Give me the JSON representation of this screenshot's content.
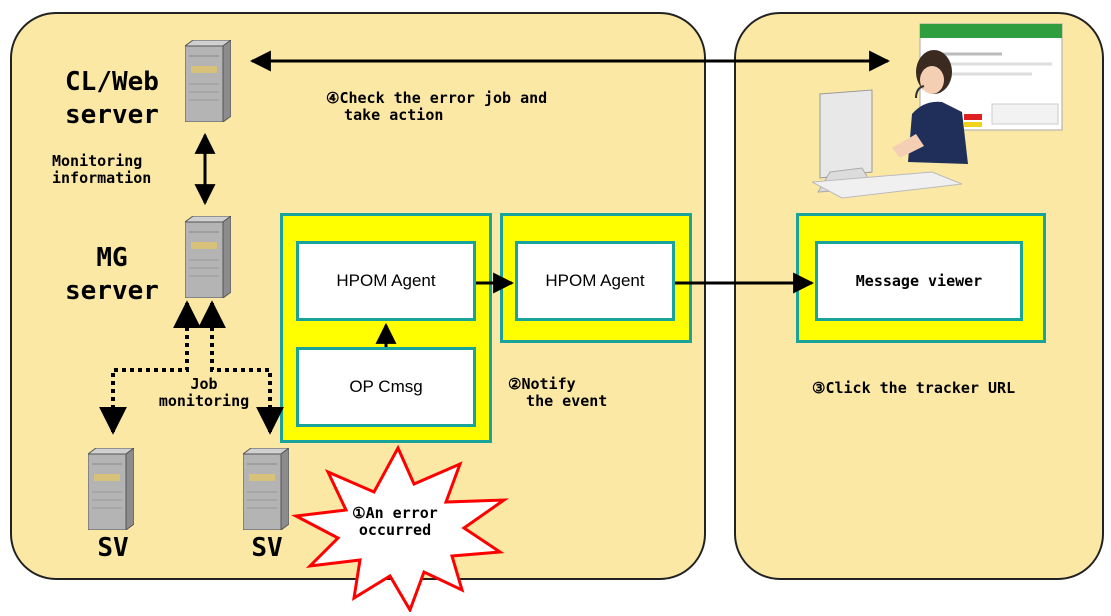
{
  "servers": {
    "cl_web": "CL/Web\nserver",
    "mg": "MG\nserver",
    "sv1": "SV",
    "sv2": "SV"
  },
  "labels": {
    "monitoring_info": "Monitoring\ninformation",
    "job_monitoring": "Job\nmonitoring",
    "step4": "④Check the error job and\n  take action",
    "step2": "②Notify\n  the event",
    "step3": "③Click the tracker URL",
    "step1": "①An error\noccurred"
  },
  "boxes": {
    "hpom_agent_left": "HPOM Agent",
    "opc_msg": "OP Cmsg",
    "hpom_agent_right": "HPOM Agent",
    "message_viewer": "Message viewer"
  },
  "icons": {
    "server": "server-tower-icon",
    "operator": "operator-at-pc-icon",
    "explosion": "explosion-icon"
  },
  "colors": {
    "panel_fill": "#fbe8a5",
    "box_fill": "#ffff00",
    "box_border": "#1aa39a",
    "explosion_fill": "#ffffff",
    "explosion_stroke": "#ff0000"
  }
}
